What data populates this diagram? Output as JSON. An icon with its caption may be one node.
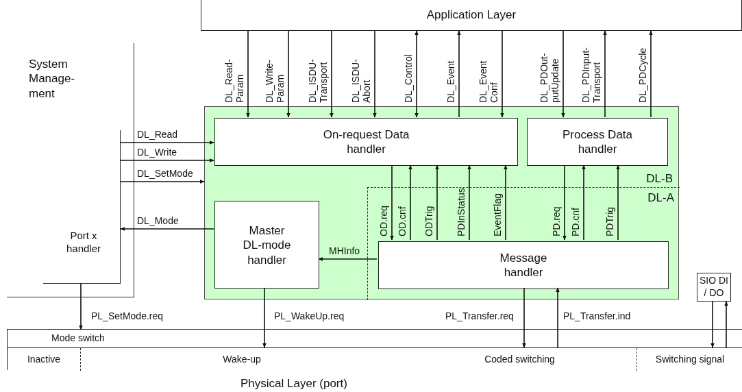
{
  "diagram": {
    "nodes": [
      {
        "text": [
          "Application Layer"
        ]
      },
      {
        "text": [
          "System Manage- ment"
        ]
      },
      {
        "text": [
          "Port x handler"
        ],
        "in": 1
      },
      {
        "text": [
          "DL-B"
        ]
      },
      {
        "text": [
          "DL-A"
        ],
        "in": 3
      },
      {
        "text": [
          "On-request Data handler"
        ],
        "in": 3
      },
      {
        "text": [
          "Process Data handler"
        ],
        "in": 3
      },
      {
        "text": [
          "Master DL-mode handler"
        ],
        "in": 3
      },
      {
        "text": [
          "Message handler"
        ],
        "in": 4
      },
      {
        "text": [
          "SIO DI / DO"
        ]
      },
      {
        "text": [
          "Physical Layer (port)"
        ]
      },
      {
        "text": [
          "Mode switch"
        ],
        "in": 10
      },
      {
        "text": [
          "Inactive"
        ],
        "in": 10
      },
      {
        "text": [
          "Wake-up"
        ],
        "in": 10
      },
      {
        "text": [
          "Coded switching"
        ],
        "in": 10
      },
      {
        "text": [
          "Switching signal"
        ],
        "in": 10
      }
    ],
    "edges": [
      {
        "from": 0,
        "to": 5,
        "arrow": "to",
        "label": "DL_Read- Param"
      },
      {
        "from": 0,
        "to": 5,
        "arrow": "to",
        "label": "DL_Write- Param"
      },
      {
        "from": 0,
        "to": 5,
        "arrow": "to",
        "label": "DL_ISDU- Transport"
      },
      {
        "from": 0,
        "to": 5,
        "arrow": "to",
        "label": "DL_ISDU- Abort"
      },
      {
        "from": 0,
        "to": 5,
        "arrow": "both",
        "label": "DL_Control"
      },
      {
        "from": 5,
        "to": 0,
        "arrow": "to",
        "label": "DL_Event"
      },
      {
        "from": 0,
        "to": 5,
        "arrow": "to",
        "label": "DL_Event Conf"
      },
      {
        "from": 0,
        "to": 6,
        "arrow": "to",
        "label": "DL_PDOut- putUpdate"
      },
      {
        "from": 6,
        "to": 0,
        "arrow": "to",
        "label": "DL_PDInput- Transport"
      },
      {
        "from": 6,
        "to": 0,
        "arrow": "to",
        "label": "DL_PDCycle"
      },
      {
        "from": 2,
        "to": 5,
        "arrow": "to",
        "label": "DL_Read"
      },
      {
        "from": 2,
        "to": 5,
        "arrow": "to",
        "label": "DL_Write"
      },
      {
        "from": 2,
        "to": 3,
        "arrow": "to",
        "label": "DL_SetMode"
      },
      {
        "from": 7,
        "to": 2,
        "arrow": "to",
        "label": "DL_Mode"
      },
      {
        "from": 5,
        "to": 8,
        "arrow": "to",
        "label": "OD.req"
      },
      {
        "from": 8,
        "to": 5,
        "arrow": "to",
        "label": "OD.cnf"
      },
      {
        "from": 8,
        "to": 5,
        "arrow": "to",
        "label": "ODTrig"
      },
      {
        "from": 8,
        "to": 5,
        "arrow": "to",
        "label": "PDInStatus"
      },
      {
        "from": 8,
        "to": 5,
        "arrow": "to",
        "label": "EventFlag"
      },
      {
        "from": 6,
        "to": 8,
        "arrow": "to",
        "label": "PD.req"
      },
      {
        "from": 8,
        "to": 6,
        "arrow": "to",
        "label": "PD.cnf"
      },
      {
        "from": 8,
        "to": 6,
        "arrow": "to",
        "label": "PDTrig"
      },
      {
        "from": 8,
        "to": 7,
        "arrow": "to",
        "label": "MHInfo"
      },
      {
        "from": 2,
        "to": 11,
        "arrow": "to",
        "label": "PL_SetMode.req"
      },
      {
        "from": 7,
        "to": 13,
        "arrow": "to",
        "label": "PL_WakeUp.req"
      },
      {
        "from": 8,
        "to": 14,
        "arrow": "to",
        "label": "PL_Transfer.req"
      },
      {
        "from": 14,
        "to": 8,
        "arrow": "to",
        "label": "PL_Transfer.ind"
      },
      {
        "from": 9,
        "to": 15,
        "arrow": "to"
      },
      {
        "from": 15,
        "to": 9,
        "arrow": "to"
      }
    ]
  }
}
